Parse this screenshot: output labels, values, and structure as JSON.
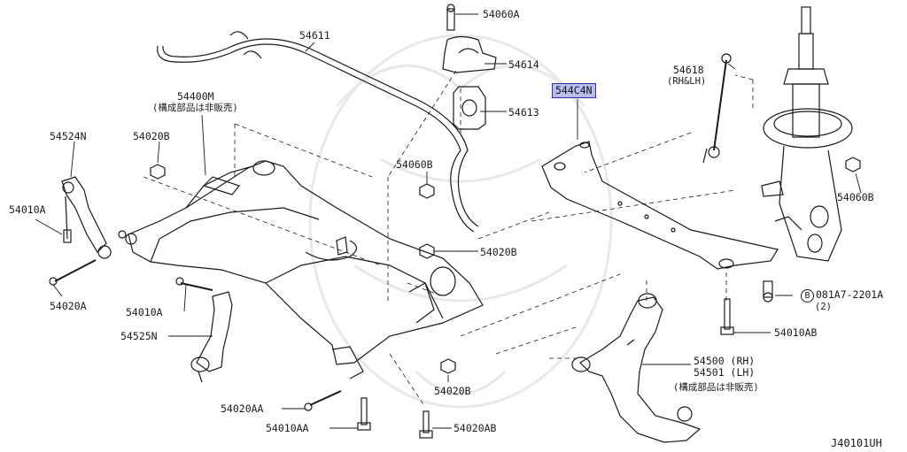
{
  "parts": {
    "p54060A_top": "54060A",
    "p54611": "54611",
    "p54614": "54614",
    "p54613": "54613",
    "p54400M": "54400M",
    "p54400M_note": "(構成部品は非販売)",
    "p54524N": "54524N",
    "p54020B_left": "54020B",
    "p54060B_mid": "54060B",
    "p544C4N": "544C4N",
    "p54618": "54618",
    "p54618_note": "(RH&LH)",
    "p54010A_left": "54010A",
    "p54020B_mid": "54020B",
    "p54020A": "54020A",
    "p54010A_mid": "54010A",
    "p54525N": "54525N",
    "p54060B_right": "54060B",
    "p081A7_code": "081A7-2201A",
    "p081A7_circle": "B",
    "p081A7_qty": "(2)",
    "p54010AB": "54010AB",
    "p54500": "54500 (RH)",
    "p54501": "54501 (LH)",
    "p54500_note": "(構成部品は非販売)",
    "p54020B_bot": "54020B",
    "p54020AA": "54020AA",
    "p54010AA": "54010AA",
    "p54020AB": "54020AB",
    "diagram_code": "J40101UH"
  },
  "colors": {
    "ink": "#1a1a1a",
    "highlight_fill": "#b9bdf0",
    "highlight_border": "#2a2ea0",
    "watermark": "#e6e6e6"
  }
}
